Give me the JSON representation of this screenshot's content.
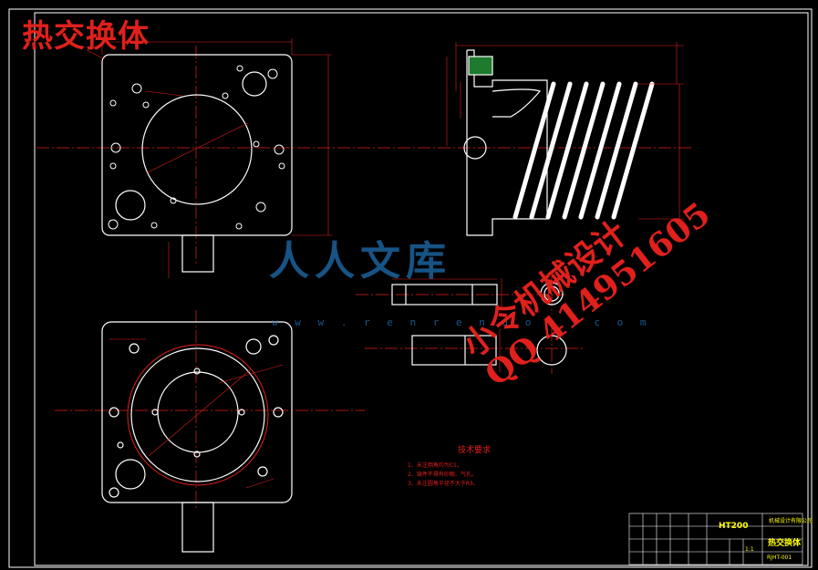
{
  "title": "热交换体",
  "watermark": {
    "text": "人人文库",
    "url": "w w w . r e n r e n d o c . c o m"
  },
  "stamp": {
    "line1": "小令机械设计",
    "line2": "QQ 414951605"
  },
  "tech_notes": {
    "heading": "技术要求",
    "items": [
      "1、未注倒角均为C1。",
      "2、铸件不得有砂眼、气孔。",
      "3、未注圆角半径不大于R3。"
    ]
  },
  "title_block": {
    "material": "HT200",
    "part_name": "热交换体",
    "drawing_no": "RJHT-001",
    "scale": "1:1",
    "company": "机械设计有限公司"
  },
  "colors": {
    "background": "#000000",
    "outline": "#ffffff",
    "dimension": "#e0201c",
    "watermark": "#1f6fb0",
    "title_block": "#ffff00"
  }
}
